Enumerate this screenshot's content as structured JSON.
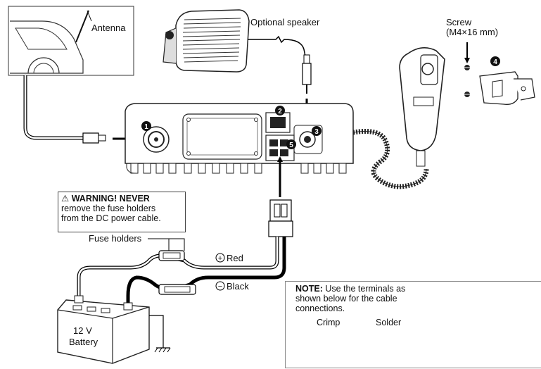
{
  "labels": {
    "antenna": "Antenna",
    "optional_speaker": "Optional speaker",
    "screw_line1": "Screw",
    "screw_line2": "(M4×16 mm)",
    "fuse_holders": "Fuse holders",
    "red": "Red",
    "black": "Black",
    "battery_line1": "12 V",
    "battery_line2": "Battery",
    "plus_sign": "+",
    "minus_sign": "−"
  },
  "callouts": [
    "1",
    "2",
    "3",
    "4",
    "5"
  ],
  "warning": {
    "icon": "⚠",
    "title": "WARNING! NEVER",
    "body_line1": "remove the fuse holders",
    "body_line2": "from the DC power cable."
  },
  "note": {
    "title": "NOTE:",
    "text_line1": " Use the terminals as",
    "text_line2": "shown below for the cable",
    "text_line3": "connections.",
    "crimp": "Crimp",
    "solder": "Solder"
  }
}
